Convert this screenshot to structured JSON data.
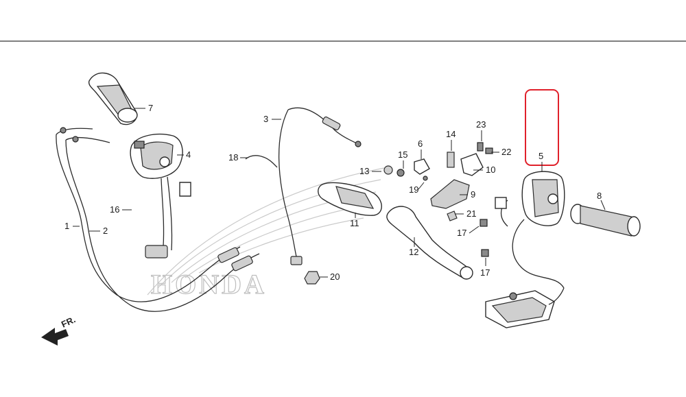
{
  "diagram": {
    "brand_watermark": "HONDA",
    "direction_marker": "FR.",
    "highlight_color": "#e0202a",
    "parts": [
      {
        "id": "p1",
        "label": "1"
      },
      {
        "id": "p2",
        "label": "2"
      },
      {
        "id": "p3",
        "label": "3"
      },
      {
        "id": "p4",
        "label": "4"
      },
      {
        "id": "p5",
        "label": "5"
      },
      {
        "id": "p6",
        "label": "6"
      },
      {
        "id": "p7",
        "label": "7"
      },
      {
        "id": "p8",
        "label": "8"
      },
      {
        "id": "p9",
        "label": "9"
      },
      {
        "id": "p10",
        "label": "10"
      },
      {
        "id": "p11",
        "label": "11"
      },
      {
        "id": "p12",
        "label": "12"
      },
      {
        "id": "p13",
        "label": "13"
      },
      {
        "id": "p14",
        "label": "14"
      },
      {
        "id": "p15",
        "label": "15"
      },
      {
        "id": "p16",
        "label": "16"
      },
      {
        "id": "p17a",
        "label": "17"
      },
      {
        "id": "p17b",
        "label": "17"
      },
      {
        "id": "p18",
        "label": "18"
      },
      {
        "id": "p19",
        "label": "19"
      },
      {
        "id": "p20",
        "label": "20"
      },
      {
        "id": "p21",
        "label": "21"
      },
      {
        "id": "p22",
        "label": "22"
      },
      {
        "id": "p23",
        "label": "23"
      }
    ]
  }
}
